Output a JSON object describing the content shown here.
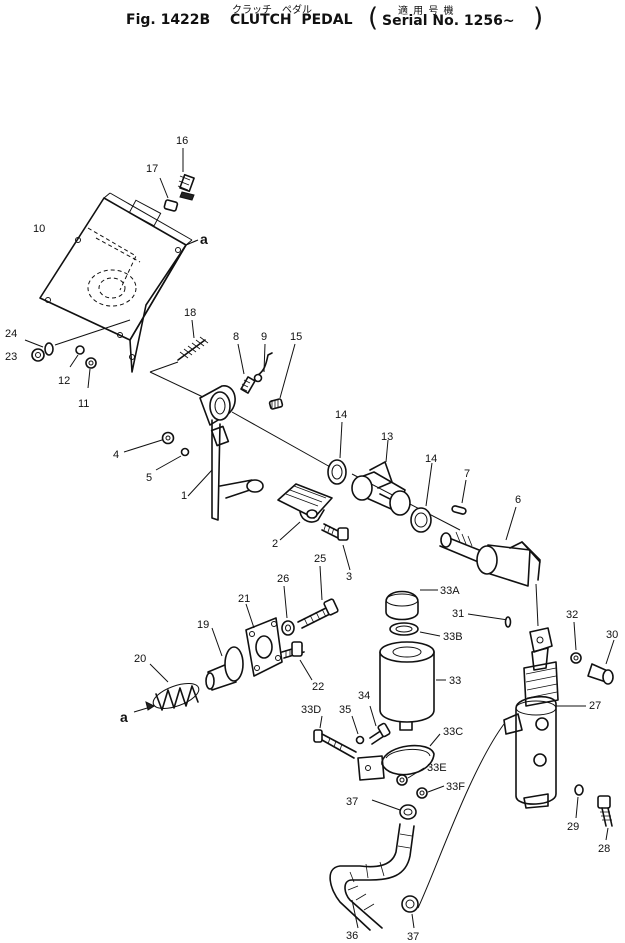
{
  "header": {
    "fig": "Fig. 1422B",
    "title": "CLUTCH  PEDAL",
    "title_kana": "クラッチ　ペダル",
    "serial": "Serial No. 1256~",
    "serial_kana": "適 用 号 機"
  },
  "callouts": {
    "p1": "1",
    "p2": "2",
    "p3": "3",
    "p4": "4",
    "p5": "5",
    "p6": "6",
    "p7": "7",
    "p8": "8",
    "p9": "9",
    "p10": "10",
    "p11": "11",
    "p12": "12",
    "p13": "13",
    "p14a": "14",
    "p14b": "14",
    "p15": "15",
    "p16": "16",
    "p17": "17",
    "p18": "18",
    "p19": "19",
    "p20": "20",
    "p21": "21",
    "p22": "22",
    "p23": "23",
    "p24": "24",
    "p25": "25",
    "p26": "26",
    "p27": "27",
    "p28": "28",
    "p29": "29",
    "p30": "30",
    "p31": "31",
    "p32": "32",
    "p33": "33",
    "p33A": "33A",
    "p33B": "33B",
    "p33C": "33C",
    "p33D": "33D",
    "p33E": "33E",
    "p33F": "33F",
    "p34": "34",
    "p35": "35",
    "p36": "36",
    "p37a": "37",
    "p37b": "37",
    "ref_a1": "a",
    "ref_a2": "a"
  }
}
